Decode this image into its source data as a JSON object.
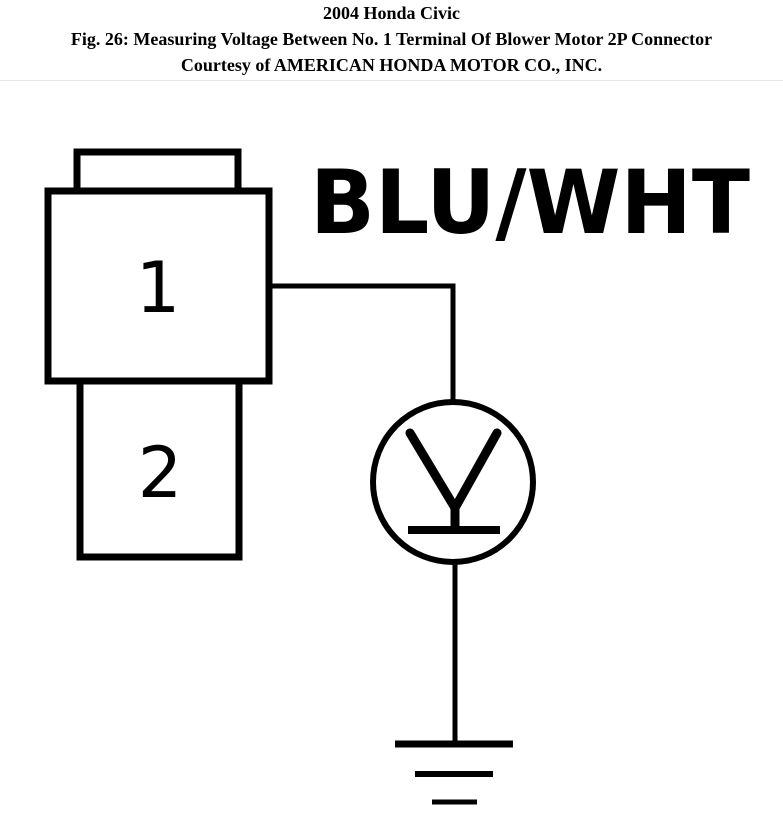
{
  "header": {
    "vehicle": "2004 Honda Civic",
    "figure_caption": "Fig. 26: Measuring Voltage Between No. 1 Terminal Of Blower Motor 2P Connector",
    "courtesy": "Courtesy of AMERICAN HONDA MOTOR CO., INC."
  },
  "diagram": {
    "wire_color_label": "BLU/WHT",
    "terminal_1": "1",
    "terminal_2": "2",
    "meter_icon": "voltmeter-icon",
    "ground_icon": "ground-symbol-icon",
    "line_color": "#000000",
    "background_color": "#ffffff"
  }
}
